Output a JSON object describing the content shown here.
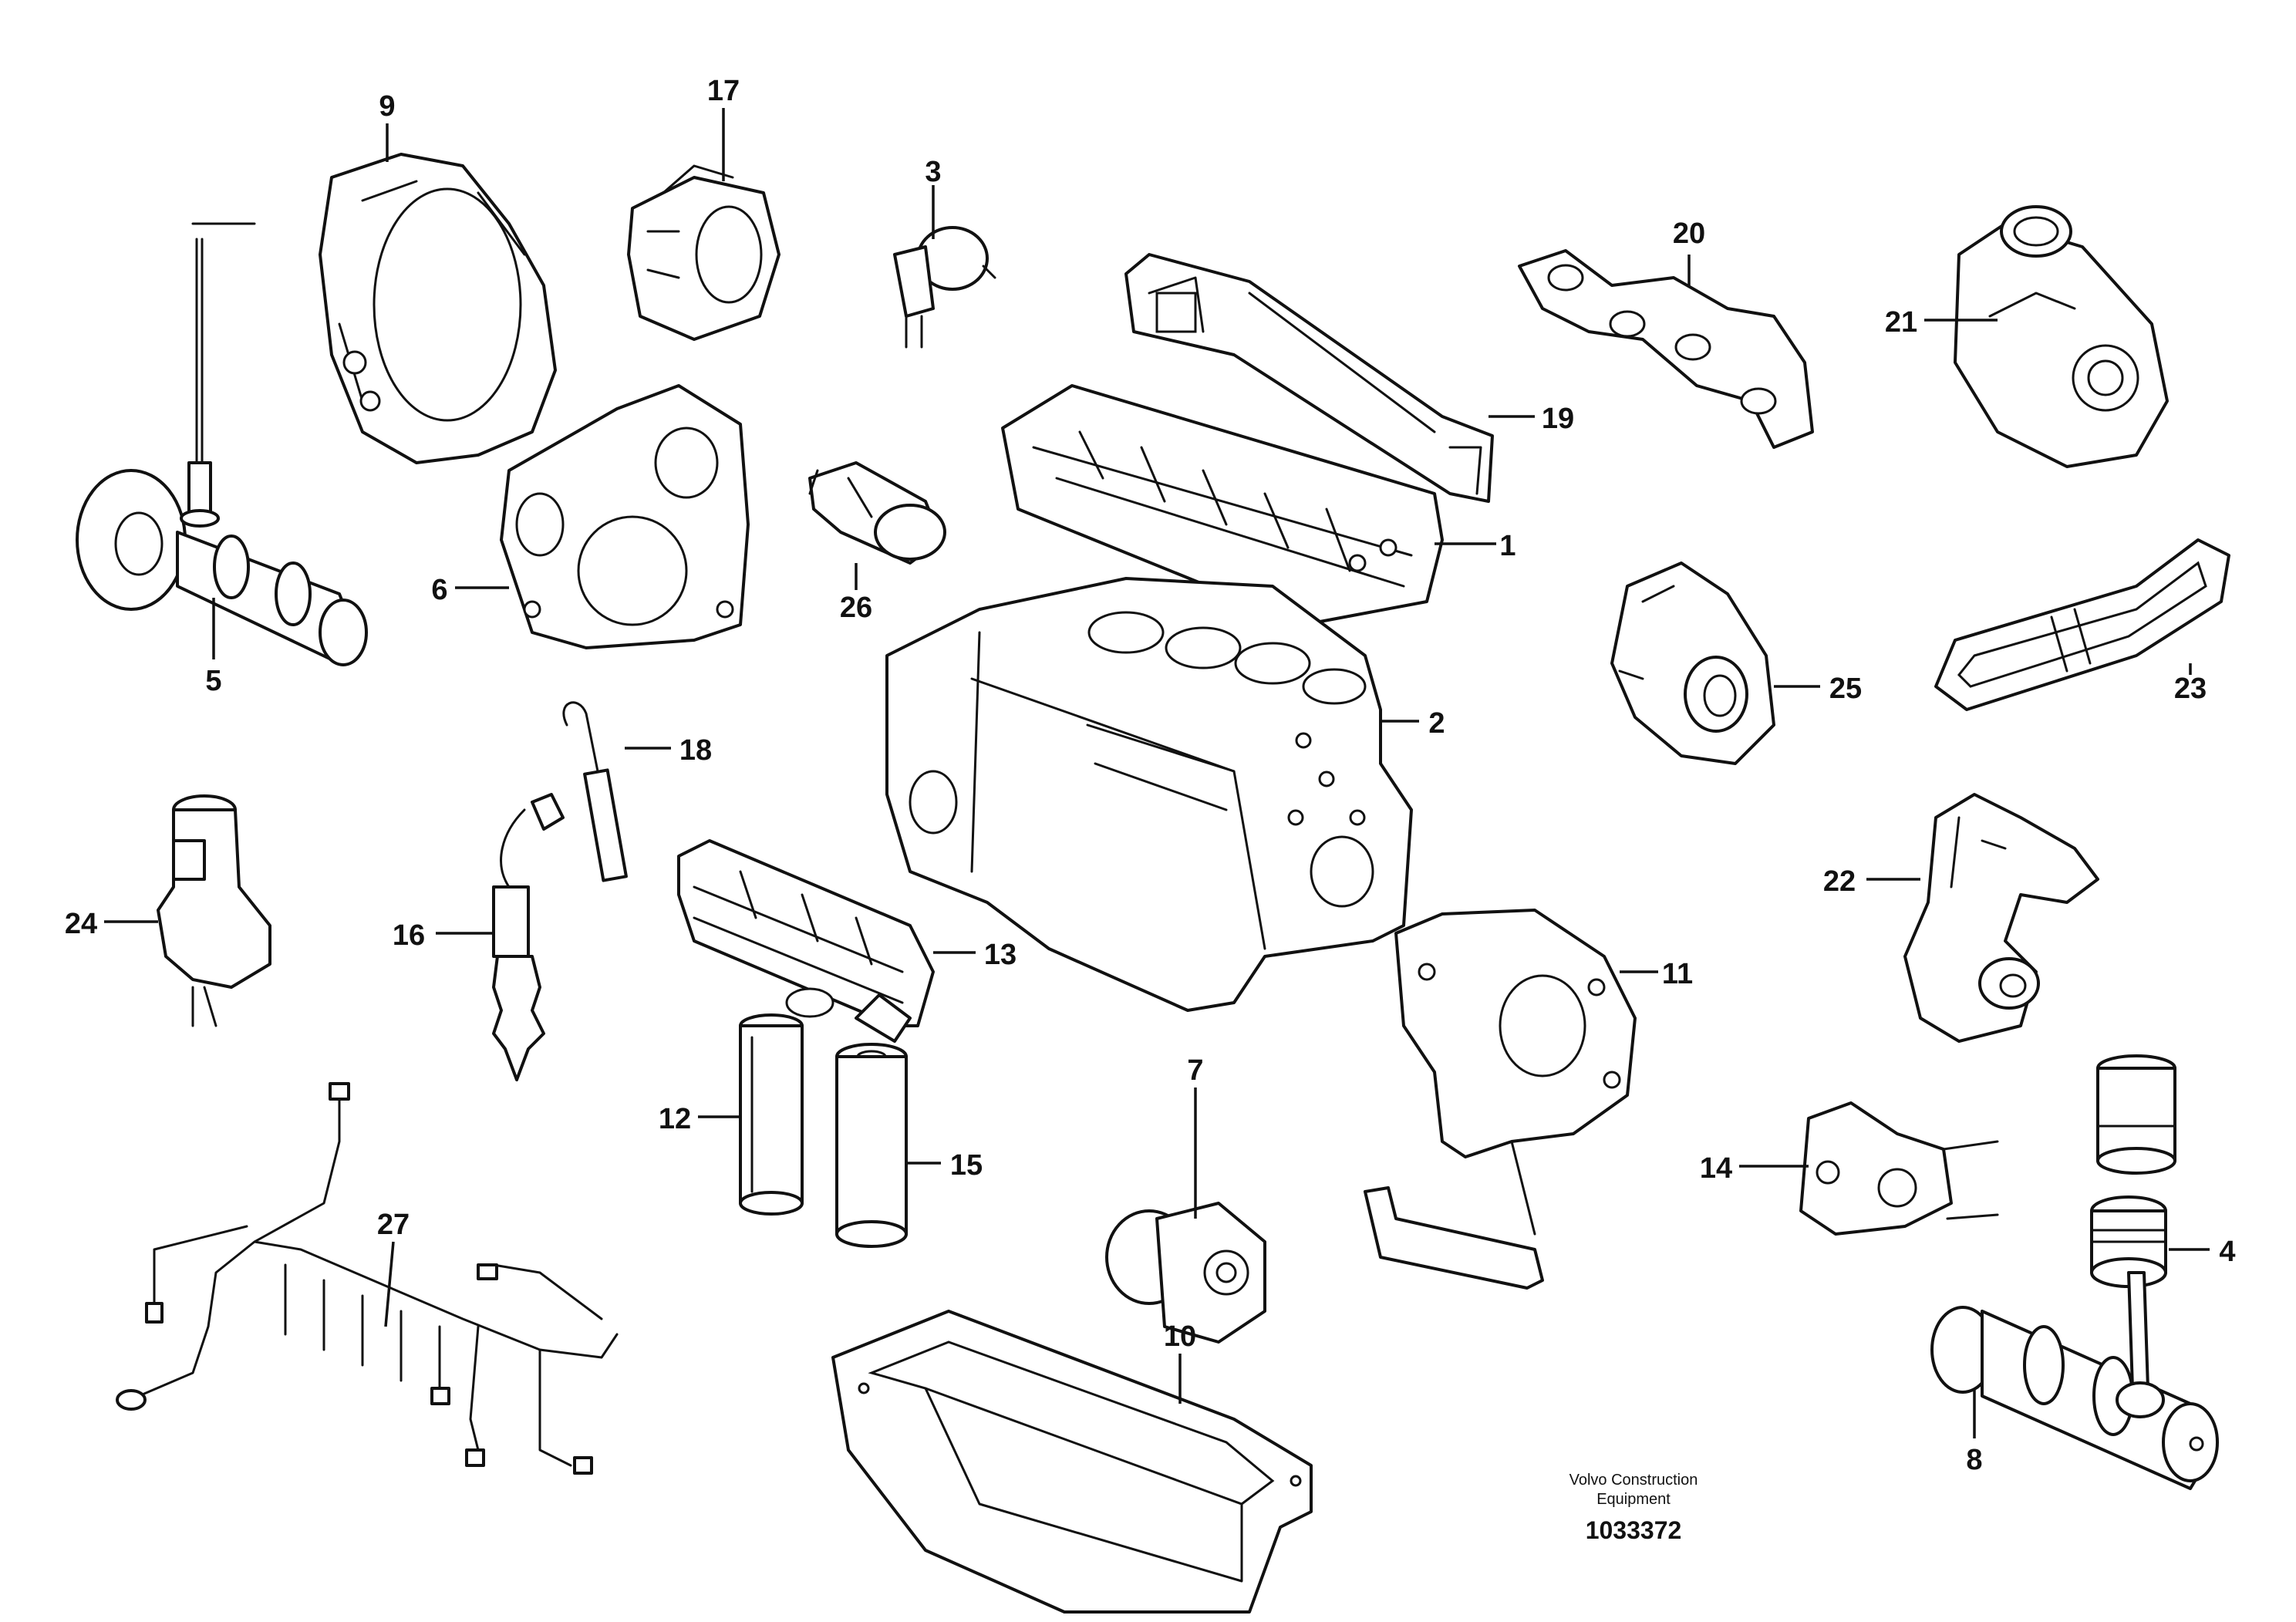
{
  "callouts": [
    "1",
    "2",
    "3",
    "4",
    "5",
    "6",
    "7",
    "8",
    "9",
    "10",
    "11",
    "12",
    "13",
    "14",
    "15",
    "16",
    "17",
    "18",
    "19",
    "20",
    "21",
    "22",
    "23",
    "24",
    "25",
    "26",
    "27"
  ],
  "footer": {
    "company_line1": "Volvo Construction",
    "company_line2": "Equipment",
    "drawing_number": "1033372"
  }
}
